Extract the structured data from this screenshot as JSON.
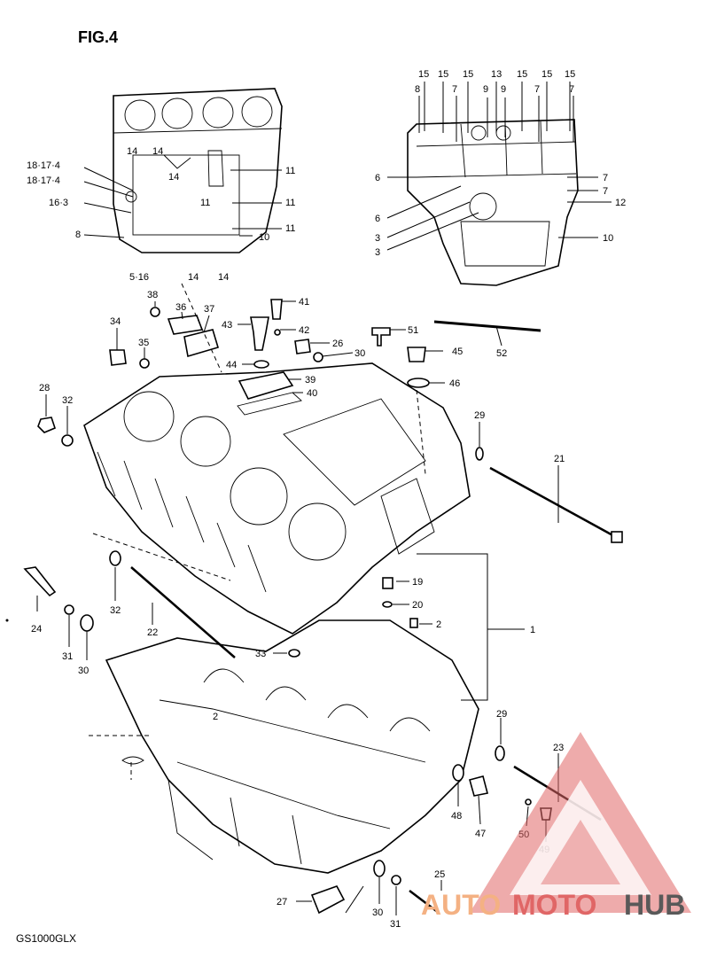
{
  "figure": {
    "title": "FIG.4",
    "model": "GS1000GLX"
  },
  "watermark": {
    "brand_parts": [
      "AUTO",
      "MOTO",
      "HUB"
    ],
    "colors": {
      "triangle": "#e06666",
      "auto": "#f4b183",
      "moto": "#e06666",
      "hub": "#595959"
    }
  },
  "inset_left_labels": [
    "18·17·4",
    "18·17·4",
    "16·3",
    "8",
    "14",
    "14",
    "14",
    "11",
    "11",
    "11",
    "11",
    "10",
    "5·16",
    "14",
    "14"
  ],
  "inset_right_labels": [
    "15",
    "15",
    "15",
    "13",
    "15",
    "15",
    "15",
    "8",
    "7",
    "9",
    "9",
    "7",
    "7",
    "6",
    "6",
    "3",
    "3",
    "7",
    "7",
    "12",
    "10"
  ],
  "main_labels": [
    "38",
    "36",
    "37",
    "41",
    "43",
    "42",
    "34",
    "35",
    "26",
    "30",
    "51",
    "52",
    "45",
    "46",
    "44",
    "39",
    "40",
    "28",
    "32",
    "29",
    "21",
    "1",
    "19",
    "20",
    "2",
    "24",
    "32",
    "22",
    "31",
    "30",
    "33",
    "2",
    "29",
    "23",
    "48",
    "47",
    "50",
    "49",
    "27",
    "30",
    "31",
    "25"
  ]
}
